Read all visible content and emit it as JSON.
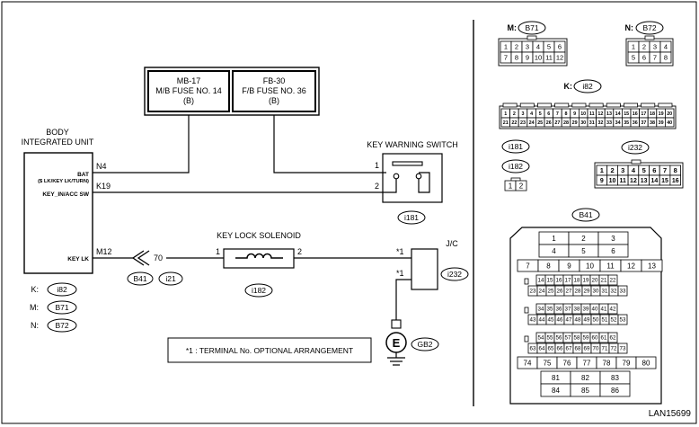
{
  "fuses": [
    {
      "line1": "MB-17",
      "line2": "M/B FUSE NO. 14",
      "line3": "(B)"
    },
    {
      "line1": "FB-30",
      "line2": "F/B FUSE NO. 36",
      "line3": "(B)"
    }
  ],
  "biu": {
    "title1": "BODY",
    "title2": "INTEGRATED UNIT",
    "pin_bat_code": "N4",
    "pin_bat_label1": "BAT",
    "pin_bat_label2": "($ LK/KEY LK/TURN)",
    "pin_key_code": "K19",
    "pin_key_label": "KEY_IN/ACC SW",
    "pin_lk_code": "M12",
    "pin_lk_label": "KEY LK"
  },
  "key_switch": {
    "title": "KEY WARNING SWITCH",
    "pin1": "1",
    "pin2": "2",
    "connector": "i181"
  },
  "solenoid": {
    "title": "KEY LOCK SOLENOID",
    "pin1": "1",
    "pin2": "2",
    "connector": "i182"
  },
  "jc": {
    "label": "J/C",
    "pin_top": "*1",
    "pin_bottom": "*1",
    "connector": "i232"
  },
  "junction": {
    "pin": "70",
    "conn_a": "B41",
    "conn_b": "i21"
  },
  "ground": {
    "symbol": "E",
    "connector": "GB2"
  },
  "legend": [
    {
      "key": "K:",
      "conn": "i82"
    },
    {
      "key": "M:",
      "conn": "B71"
    },
    {
      "key": "N:",
      "conn": "B72"
    }
  ],
  "note": "*1 : TERMINAL No. OPTIONAL ARRANGEMENT",
  "figure_id": "LAN15699",
  "connectors": {
    "b71": {
      "key": "M:",
      "name": "B71",
      "row1": [
        "1",
        "2",
        "3",
        "4",
        "5",
        "6"
      ],
      "row2": [
        "7",
        "8",
        "9",
        "10",
        "11",
        "12"
      ]
    },
    "b72": {
      "key": "N:",
      "name": "B72",
      "row1": [
        "1",
        "2",
        "3",
        "4"
      ],
      "row2": [
        "5",
        "6",
        "7",
        "8"
      ]
    },
    "i82": {
      "key": "K:",
      "name": "i82",
      "row1": [
        "1",
        "2",
        "3",
        "4",
        "5",
        "6",
        "7",
        "8",
        "9",
        "10",
        "11",
        "12",
        "13",
        "14",
        "15",
        "16",
        "17",
        "18",
        "19",
        "20"
      ],
      "row2": [
        "21",
        "22",
        "23",
        "24",
        "25",
        "26",
        "27",
        "28",
        "29",
        "30",
        "31",
        "32",
        "33",
        "34",
        "35",
        "36",
        "37",
        "38",
        "39",
        "40"
      ]
    },
    "i181": {
      "name": "i181"
    },
    "i182": {
      "name": "i182",
      "row1": [
        "1",
        "2"
      ]
    },
    "i232": {
      "name": "i232",
      "row1": [
        "1",
        "2",
        "3",
        "4",
        "5",
        "6",
        "7",
        "8"
      ],
      "row2": [
        "9",
        "10",
        "11",
        "12",
        "13",
        "14",
        "15",
        "16"
      ]
    },
    "b41": {
      "name": "B41",
      "rows": [
        [
          "1",
          "2",
          "3"
        ],
        [
          "4",
          "5",
          "6"
        ],
        [
          "7",
          "8",
          "9",
          "10",
          "11",
          "12",
          "13"
        ],
        [
          "14",
          "15",
          "16",
          "17",
          "18",
          "19",
          "20",
          "21",
          "22"
        ],
        [
          "23",
          "24",
          "25",
          "26",
          "27",
          "28",
          "29",
          "30",
          "31",
          "32",
          "33"
        ],
        [
          "34",
          "35",
          "36",
          "37",
          "38",
          "39",
          "40",
          "41",
          "42"
        ],
        [
          "43",
          "44",
          "45",
          "46",
          "47",
          "48",
          "49",
          "50",
          "51",
          "52",
          "53"
        ],
        [
          "54",
          "55",
          "56",
          "57",
          "58",
          "59",
          "60",
          "61",
          "62"
        ],
        [
          "63",
          "64",
          "65",
          "66",
          "67",
          "68",
          "69",
          "70",
          "71",
          "72",
          "73"
        ],
        [
          "74",
          "75",
          "76",
          "77",
          "78",
          "79",
          "80"
        ],
        [
          "81",
          "82",
          "83"
        ],
        [
          "84",
          "85",
          "86"
        ]
      ]
    }
  }
}
